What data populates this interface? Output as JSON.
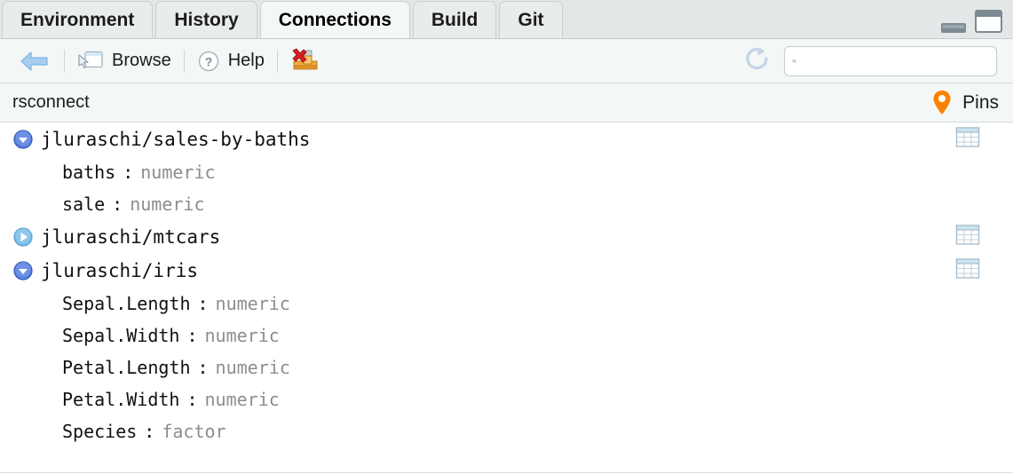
{
  "window": {
    "minimize_icon": "minimize-pane-icon",
    "maximize_icon": "maximize-pane-icon"
  },
  "tabs": [
    {
      "label": "Environment",
      "active": false
    },
    {
      "label": "History",
      "active": false
    },
    {
      "label": "Connections",
      "active": true
    },
    {
      "label": "Build",
      "active": false
    },
    {
      "label": "Git",
      "active": false
    }
  ],
  "toolbar": {
    "back_icon": "back-arrow-icon",
    "browse_label": "Browse",
    "browse_icon": "browse-window-icon",
    "help_label": "Help",
    "help_icon": "help-question-icon",
    "disconnect_icon": "disconnect-plug-icon",
    "refresh_icon": "refresh-icon",
    "search_icon": "search-icon",
    "search_value": "",
    "search_placeholder": ""
  },
  "pathbar": {
    "connection_name": "rsconnect",
    "pins_label": "Pins",
    "pins_icon": "map-pin-icon",
    "pins_color": "#fb8200"
  },
  "colors": {
    "expanded_node": "#4f7fe8",
    "collapsed_node": "#7fbde8",
    "type_text": "#8d8d8d",
    "tab_active_bg": "#f3f8f6",
    "tab_inactive_bg": "#e9ecec",
    "toolbar_bg": "#f3f8f7"
  },
  "tree": [
    {
      "name": "jluraschi/sales-by-baths",
      "expanded": true,
      "has_table_icon": true,
      "fields": [
        {
          "name": "baths",
          "sep": ":",
          "type": "numeric"
        },
        {
          "name": "sale",
          "sep": ":",
          "type": "numeric"
        }
      ]
    },
    {
      "name": "jluraschi/mtcars",
      "expanded": false,
      "has_table_icon": true,
      "fields": []
    },
    {
      "name": "jluraschi/iris",
      "expanded": true,
      "has_table_icon": true,
      "fields": [
        {
          "name": "Sepal.Length",
          "sep": ":",
          "type": "numeric"
        },
        {
          "name": "Sepal.Width",
          "sep": ":",
          "type": "numeric"
        },
        {
          "name": "Petal.Length",
          "sep": ":",
          "type": "numeric"
        },
        {
          "name": "Petal.Width",
          "sep": ":",
          "type": "numeric"
        },
        {
          "name": "Species",
          "sep": ":",
          "type": "factor"
        }
      ]
    }
  ]
}
